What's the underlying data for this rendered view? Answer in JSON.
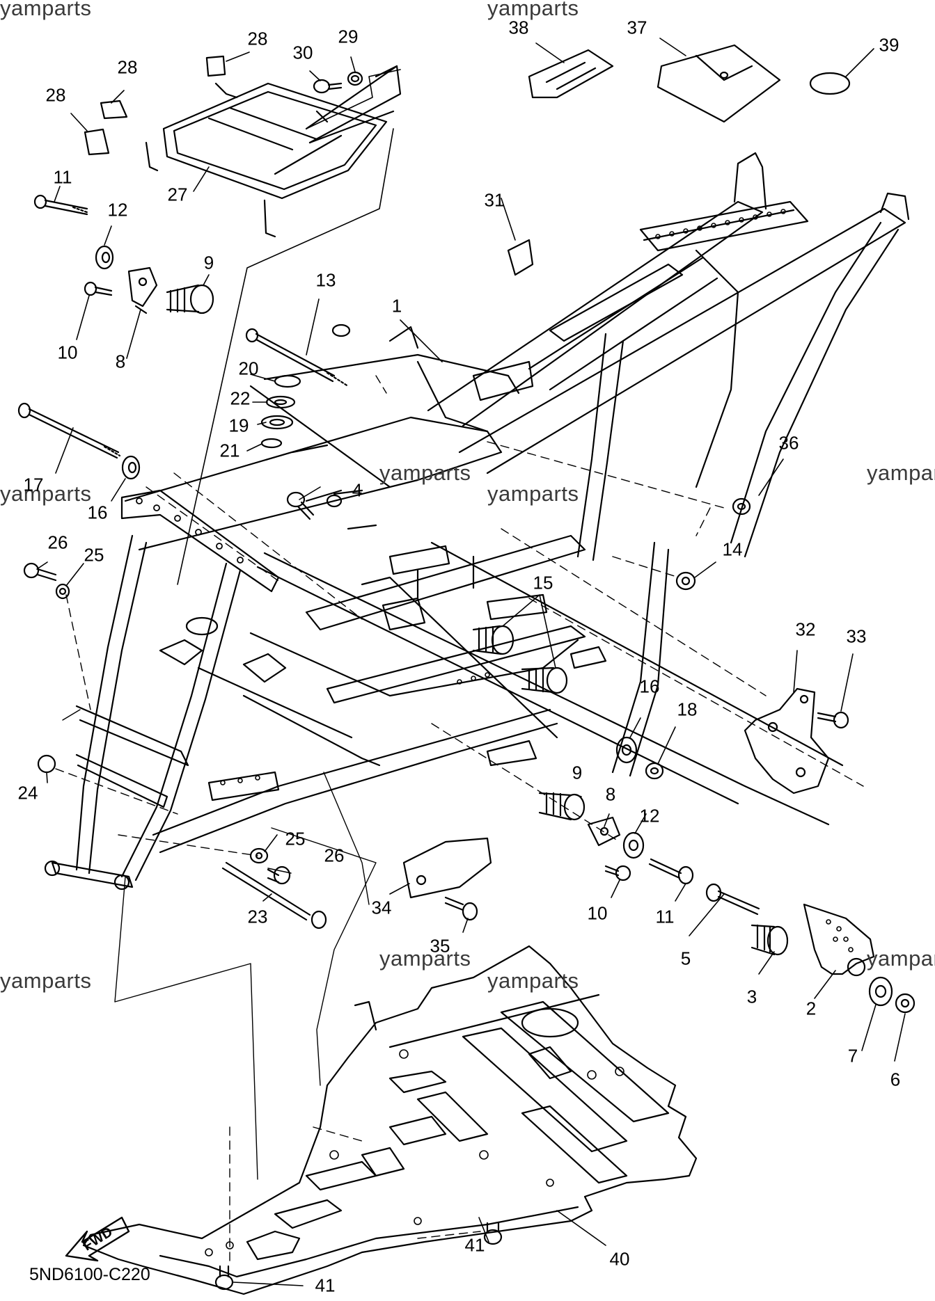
{
  "diagram": {
    "code": "5ND6100-C220",
    "fwd_label": "FWD",
    "watermark": "yamparts",
    "callouts": [
      "1",
      "2",
      "3",
      "4",
      "5",
      "6",
      "7",
      "8",
      "8",
      "9",
      "9",
      "10",
      "10",
      "11",
      "11",
      "12",
      "12",
      "13",
      "14",
      "15",
      "16",
      "16",
      "17",
      "18",
      "19",
      "20",
      "21",
      "22",
      "23",
      "24",
      "25",
      "25",
      "26",
      "26",
      "27",
      "28",
      "28",
      "28",
      "29",
      "30",
      "31",
      "32",
      "33",
      "34",
      "35",
      "36",
      "37",
      "38",
      "39",
      "40",
      "41",
      "41"
    ]
  }
}
